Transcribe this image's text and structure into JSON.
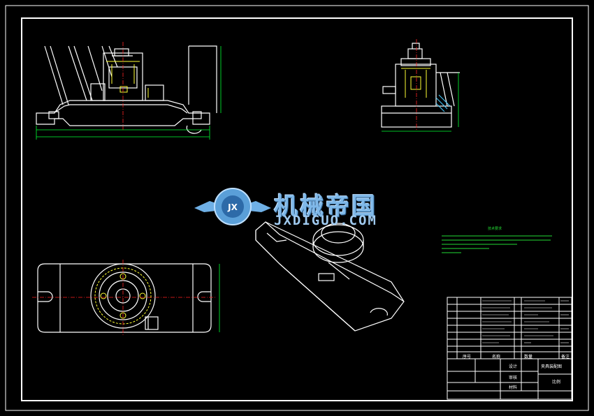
{
  "watermark": {
    "title": "机械帝国",
    "url": "JXDIGUO.COM",
    "badge": "JX"
  },
  "title_block": {
    "drawing_title": "夹具装配图",
    "label_design": "设计",
    "label_check": "审核",
    "label_ratio": "比例",
    "label_material": "材料",
    "label_no": "序号",
    "label_name": "名称",
    "label_qty": "数量",
    "label_remark": "备注"
  },
  "notes": {
    "heading": "技术要求"
  },
  "colors": {
    "outline": "#ffffff",
    "dimension": "#00ff33",
    "centerline": "#ff2222",
    "hidden": "#ffff33",
    "section": "#44ccff",
    "watermark": "#7fb8e8"
  }
}
